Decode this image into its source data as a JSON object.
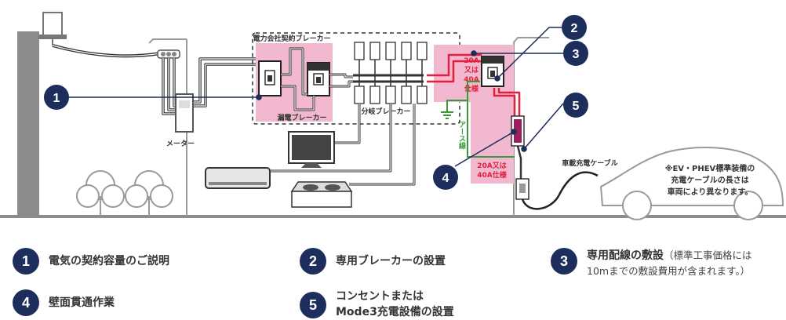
{
  "diagram": {
    "labels": {
      "contract_breaker": "電力会社契約ブレーカー",
      "leakage_breaker": "漏電ブレーカー",
      "branch_breaker": "分岐ブレーカー",
      "meter": "メーター",
      "rating_top_1": "20A",
      "rating_top_2": "又は",
      "rating_top_3": "40A",
      "rating_top_4": "仕様",
      "earth_wire": "アース線",
      "rating_bottom_1": "20A又は",
      "rating_bottom_2": "40A仕様",
      "cable": "車載充電ケーブル",
      "note_1": "※EV・PHEV標準装備の",
      "note_2": "充電ケーブルの長さは",
      "note_3": "車両により異なります。"
    },
    "markers": [
      "1",
      "2",
      "3",
      "4",
      "5"
    ]
  },
  "legend": [
    {
      "num": "1",
      "text": "電気の契約容量のご説明",
      "note": ""
    },
    {
      "num": "2",
      "text": "専用ブレーカーの設置",
      "note": ""
    },
    {
      "num": "3",
      "text": "専用配線の敷設",
      "note": "（標準工事価格には"
    },
    {
      "num": "4",
      "text": "壁面貫通作業",
      "note": ""
    },
    {
      "num": "5",
      "text": "コンセントまたは",
      "note": ""
    }
  ],
  "legend_extra": {
    "item3_line2": "10mまでの敷設費用が含まれます。）",
    "item5_line2": "Mode3充電設備の設置"
  },
  "colors": {
    "navy": "#1d2d5c",
    "pink": "#f2b8cf",
    "red": "#e0203c",
    "green": "#3a9a3a",
    "gray": "#8c8c8c"
  }
}
